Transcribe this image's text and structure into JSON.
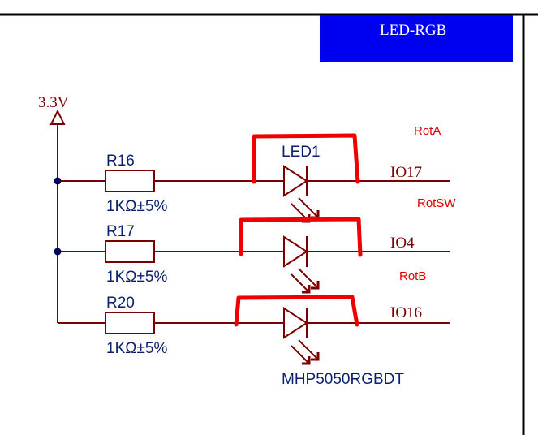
{
  "title_block": {
    "text": "LED-RGB",
    "fill": "#0000f0",
    "text_color": "#ffffff"
  },
  "power": {
    "label": "3.3V"
  },
  "resistors": [
    {
      "ref": "R16",
      "value": "1KΩ±5%"
    },
    {
      "ref": "R17",
      "value": "1KΩ±5%"
    },
    {
      "ref": "R20",
      "value": "1KΩ±5%"
    }
  ],
  "led": {
    "ref": "LED1",
    "part": "MHP5050RGBDT"
  },
  "nets": [
    "IO17",
    "IO4",
    "IO16"
  ],
  "annotations": [
    "RotA",
    "RotSW",
    "RotB"
  ],
  "colors": {
    "wire": "#7a0000",
    "junction": "#00005a",
    "component_label": "#0a1f6e",
    "annotation": "#e00000",
    "highlight": "#ee0000",
    "frame": "#000000"
  }
}
